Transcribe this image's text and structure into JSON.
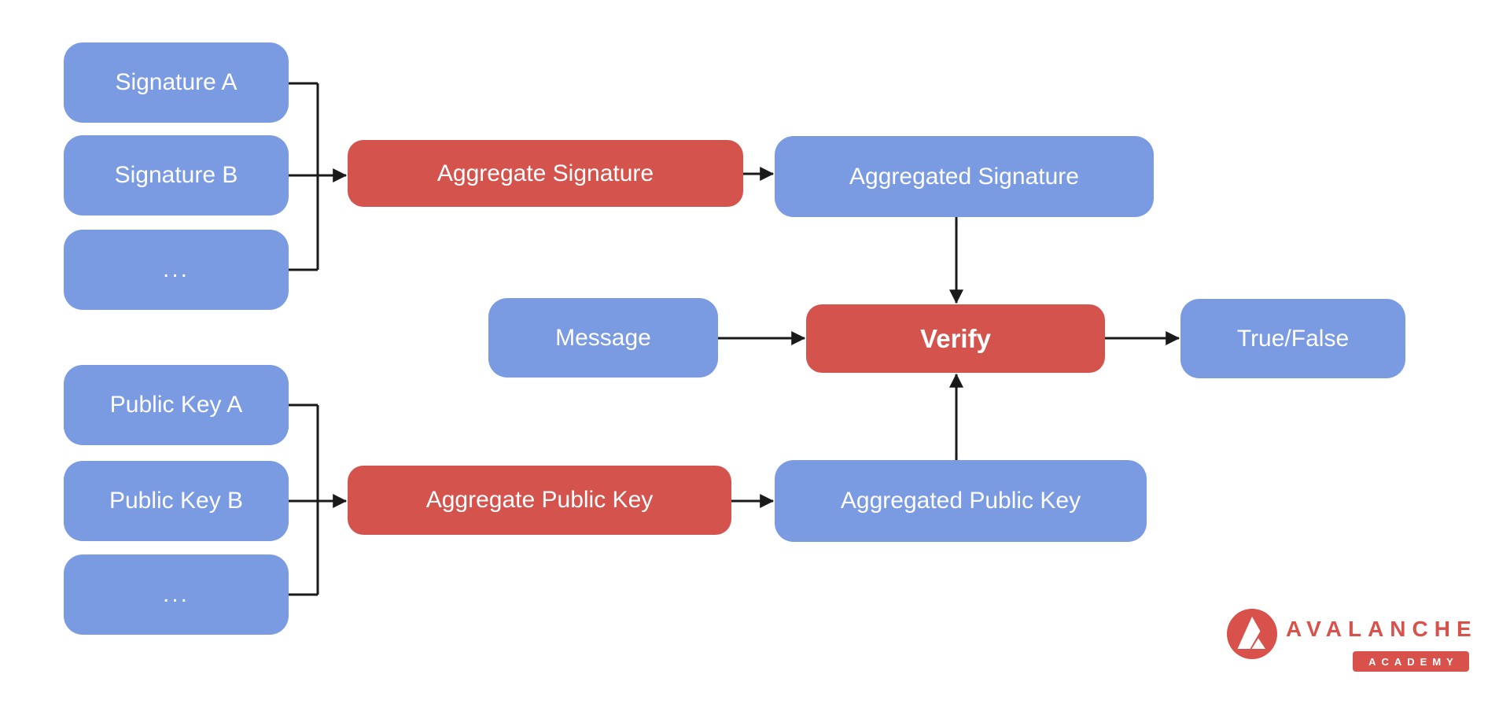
{
  "diagram": {
    "nodes": {
      "signature_a": {
        "label": "Signature A",
        "type": "input"
      },
      "signature_b": {
        "label": "Signature B",
        "type": "input"
      },
      "signature_more": {
        "label": "...",
        "type": "input"
      },
      "aggregate_signature": {
        "label": "Aggregate Signature",
        "type": "process"
      },
      "aggregated_signature": {
        "label": "Aggregated Signature",
        "type": "result"
      },
      "public_key_a": {
        "label": "Public Key A",
        "type": "input"
      },
      "public_key_b": {
        "label": "Public Key B",
        "type": "input"
      },
      "public_key_more": {
        "label": "...",
        "type": "input"
      },
      "aggregate_public_key": {
        "label": "Aggregate Public Key",
        "type": "process"
      },
      "aggregated_public_key": {
        "label": "Aggregated Public Key",
        "type": "result"
      },
      "message": {
        "label": "Message",
        "type": "input"
      },
      "verify": {
        "label": "Verify",
        "type": "process"
      },
      "true_false": {
        "label": "True/False",
        "type": "result"
      }
    },
    "edges": [
      {
        "from": "signature_a",
        "to": "aggregate_signature"
      },
      {
        "from": "signature_b",
        "to": "aggregate_signature"
      },
      {
        "from": "signature_more",
        "to": "aggregate_signature"
      },
      {
        "from": "aggregate_signature",
        "to": "aggregated_signature"
      },
      {
        "from": "aggregated_signature",
        "to": "verify"
      },
      {
        "from": "public_key_a",
        "to": "aggregate_public_key"
      },
      {
        "from": "public_key_b",
        "to": "aggregate_public_key"
      },
      {
        "from": "public_key_more",
        "to": "aggregate_public_key"
      },
      {
        "from": "aggregate_public_key",
        "to": "aggregated_public_key"
      },
      {
        "from": "aggregated_public_key",
        "to": "verify"
      },
      {
        "from": "message",
        "to": "verify"
      },
      {
        "from": "verify",
        "to": "true_false"
      }
    ],
    "colors": {
      "input_box": "#7A9AE2",
      "process_box": "#D5534D",
      "connector": "#1A1A1A",
      "box_text": "#FFFFFF",
      "logo_red": "#D8514B"
    }
  },
  "logo": {
    "brand": "AVALANCHE",
    "badge": "ACADEMY",
    "icon": "avalanche-logo-icon"
  }
}
